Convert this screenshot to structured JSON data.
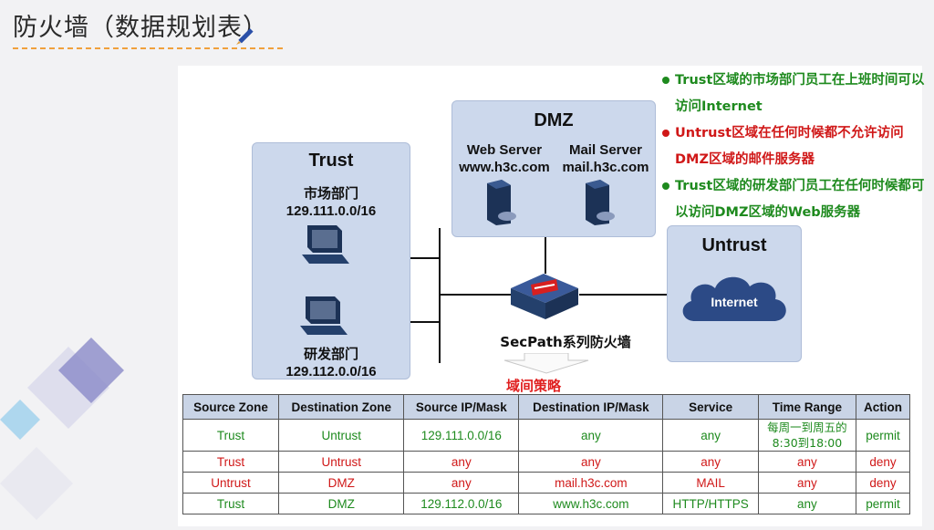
{
  "slide": {
    "title": "防火墙（数据规划表）"
  },
  "zones": {
    "trust": {
      "title": "Trust",
      "dept1": {
        "name": "市场部门",
        "subnet": "129.111.0.0/16"
      },
      "dept2": {
        "name": "研发部门",
        "subnet": "129.112.0.0/16"
      }
    },
    "dmz": {
      "title": "DMZ",
      "web": {
        "name": "Web Server",
        "host": "www.h3c.com"
      },
      "mail": {
        "name": "Mail Server",
        "host": "mail.h3c.com"
      }
    },
    "untrust": {
      "title": "Untrust",
      "cloud_label": "Internet"
    }
  },
  "firewall": {
    "label": "SecPath系列防火墙"
  },
  "policy_caption": "域间策略",
  "notes": [
    {
      "text": "Trust区域的市场部门员工在上班时间可以访问Internet",
      "color": "#1e8a1e"
    },
    {
      "text": "Untrust区域在任何时候都不允许访问DMZ区域的邮件服务器",
      "color": "#d01818"
    },
    {
      "text": "Trust区域的研发部门员工在任何时候都可以访问DMZ区域的Web服务器",
      "color": "#1e8a1e"
    }
  ],
  "table": {
    "headers": [
      "Source Zone",
      "Destination Zone",
      "Source IP/Mask",
      "Destination IP/Mask",
      "Service",
      "Time Range",
      "Action"
    ],
    "rows": [
      {
        "color": "#1e8a1e",
        "cells": [
          "Trust",
          "Untrust",
          "129.111.0.0/16",
          "any",
          "any",
          "每周一到周五的8:30到18:00",
          "permit"
        ]
      },
      {
        "color": "#d01818",
        "cells": [
          "Trust",
          "Untrust",
          "any",
          "any",
          "any",
          "any",
          "deny"
        ]
      },
      {
        "color": "#d01818",
        "cells": [
          "Untrust",
          "DMZ",
          "any",
          "mail.h3c.com",
          "MAIL",
          "any",
          "deny"
        ]
      },
      {
        "color": "#1e8a1e",
        "cells": [
          "Trust",
          "DMZ",
          "129.112.0.0/16",
          "www.h3c.com",
          "HTTP/HTTPS",
          "any",
          "permit"
        ]
      }
    ]
  }
}
